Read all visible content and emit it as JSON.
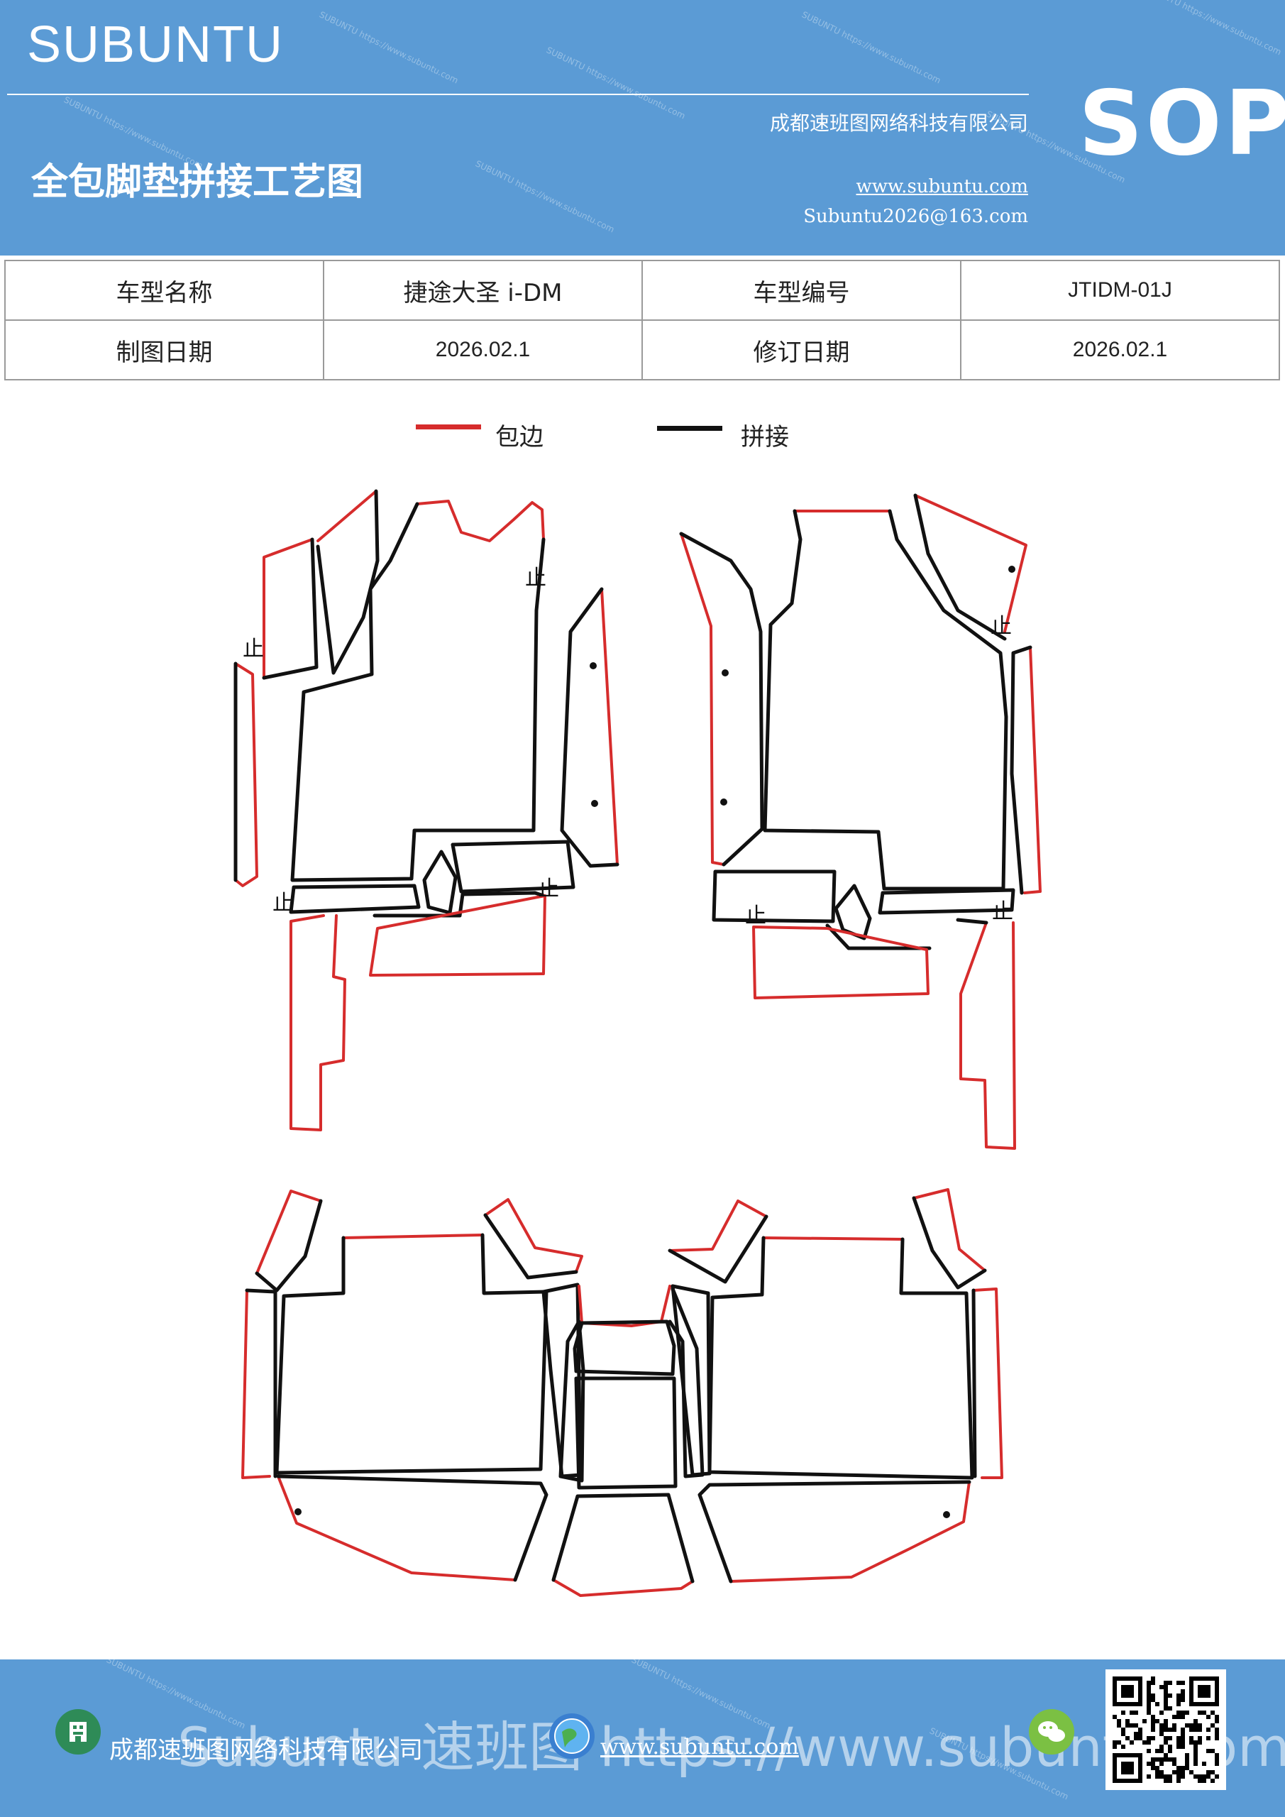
{
  "header": {
    "brand": "SUBUNTU",
    "company": "成都速班图网络科技有限公司",
    "title": "全包脚垫拼接工艺图",
    "website": "www.subuntu.com",
    "email": "Subuntu2026@163.com",
    "badge": "SOP",
    "watermark": "SUBUNTU https://www.subuntu.com"
  },
  "info_table": {
    "rows": [
      [
        "车型名称",
        "捷途大圣 i-DM",
        "车型编号",
        "JTIDM-01J"
      ],
      [
        "制图日期",
        "2026.02.1",
        "修订日期",
        "2026.02.1"
      ]
    ]
  },
  "legend": {
    "edge_label": "包边",
    "edge_color": "#d62c2c",
    "seam_label": "拼接",
    "seam_color": "#111111"
  },
  "diagram": {
    "stop_mark": "止",
    "stroke_edge": "#d62c2c",
    "stroke_seam": "#111111"
  },
  "footer": {
    "company": "成都速班图网络科技有限公司",
    "website": "www.subuntu.com",
    "watermark": "Subuntu 速班图 https://www.subuntu.com",
    "icons": [
      "building-icon",
      "globe-icon",
      "wechat-icon",
      "qr-code"
    ]
  },
  "colors": {
    "header_bg": "#5b9bd5",
    "text_light": "#ffffff"
  }
}
